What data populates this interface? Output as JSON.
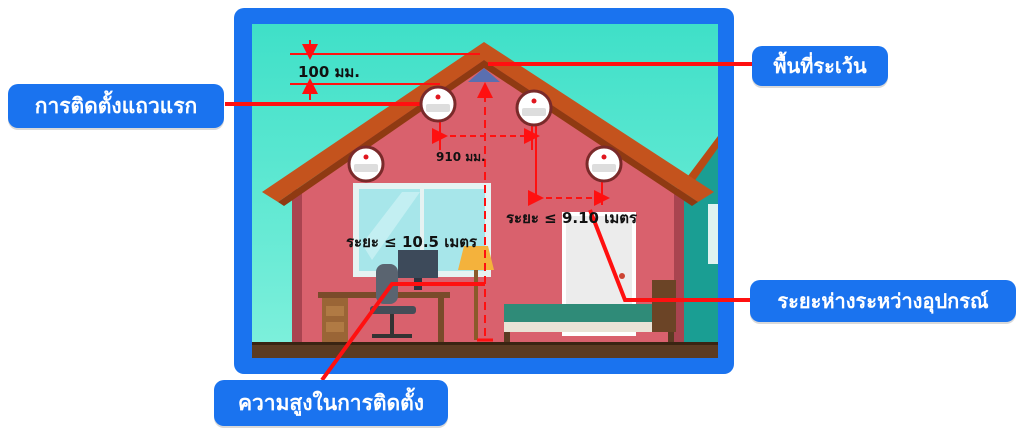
{
  "labels": {
    "first_row_install": "การติดตั้งแถวแรก",
    "exclusion_zone": "พื้นที่ระเว้น",
    "device_spacing": "ระยะห่างระหว่างอุปกรณ์",
    "install_height": "ความสูงในการติดตั้ง"
  },
  "measurements": {
    "top_gap": "100 มม.",
    "center_gap": "910 มม.",
    "spacing_limit": "ระยะ ≤ 9.10 เมตร",
    "height_limit": "ระยะ ≤ 10.5 เมตร"
  },
  "colors": {
    "frame": "#1a73ef",
    "annotation": "#ff1010",
    "wall": "#d9616d",
    "roof": "#c4531d"
  },
  "icons": [
    "smoke-detector-icon"
  ]
}
